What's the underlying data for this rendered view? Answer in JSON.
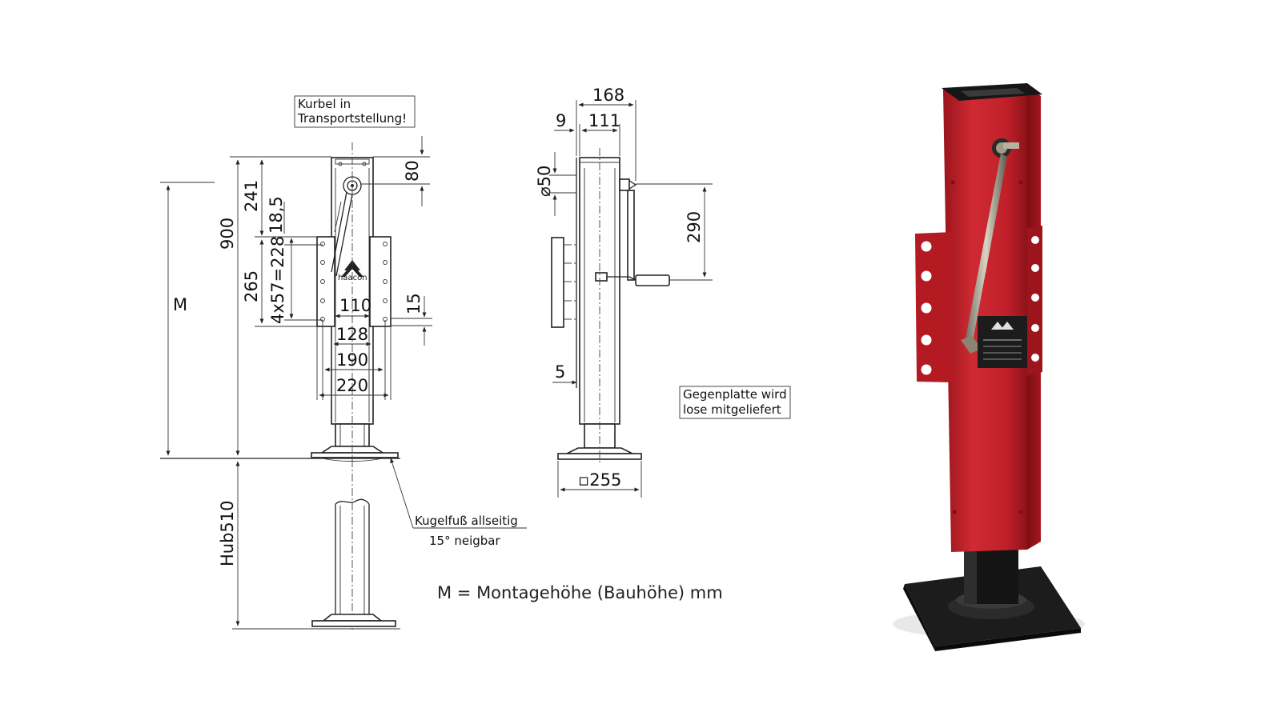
{
  "front_view": {
    "note_kurbel": [
      "Kurbel in",
      "Transportstellung!"
    ],
    "dim_900": "900",
    "dim_241": "241",
    "dim_265": "265",
    "dim_80": "80",
    "dim_18_5": "18,5",
    "dim_4x57": "4x57=228",
    "dim_110": "110",
    "dim_15": "15",
    "dim_128": "128",
    "dim_190": "190",
    "dim_220": "220",
    "label_m": "M",
    "dim_hub": "Hub510",
    "brand": "haacon",
    "note_kugelfuss": [
      "Kugelfuß allseitig",
      "15° neigbar"
    ]
  },
  "side_view": {
    "dim_168": "168",
    "dim_9": "9",
    "dim_111": "111",
    "dim_d50": "⌀50",
    "dim_290": "290",
    "dim_5": "5",
    "dim_255": "▫255",
    "note_gegenplatte": [
      "Gegenplatte wird",
      "lose mitgeliefert"
    ]
  },
  "caption": "M = Montagehöhe (Bauhöhe) mm",
  "colors": {
    "jack_red": "#c0202a",
    "jack_red_dark": "#8e1219",
    "foot_black": "#1c1c1c",
    "line": "#222222"
  }
}
